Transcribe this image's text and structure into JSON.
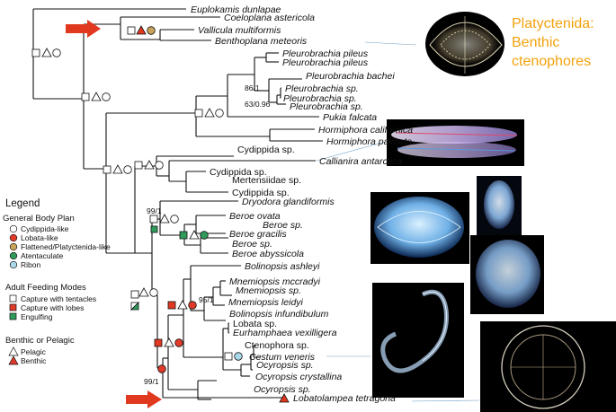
{
  "taxa": [
    {
      "label": "Euplokamis dunlapae",
      "italic": true
    },
    {
      "label": "Coeloplana astericola",
      "italic": true
    },
    {
      "label": "Vallicula multiformis",
      "italic": true
    },
    {
      "label": "Benthoplana meteoris",
      "italic": true
    },
    {
      "label": "Pleurobrachia pileus",
      "italic": true
    },
    {
      "label": "Pleurobrachia pileus",
      "italic": true
    },
    {
      "label": "Pleurobrachia bachei",
      "italic": true
    },
    {
      "label": "Pleurobrachia sp.",
      "italic": true
    },
    {
      "label": "Pleurobrachia sp.",
      "italic": true
    },
    {
      "label": "Pleurobrachia sp.",
      "italic": true
    },
    {
      "label": "Pukia falcata",
      "italic": true
    },
    {
      "label": "Hormiphora californica",
      "italic": true
    },
    {
      "label": "Hormiphora palmata",
      "italic": true
    },
    {
      "label": "Cydippida sp.",
      "italic": false
    },
    {
      "label": "Callianira antarctica",
      "italic": true
    },
    {
      "label": "Cydippida sp.",
      "italic": false
    },
    {
      "label": "Mertensiidae sp.",
      "italic": false
    },
    {
      "label": "Cydippida sp.",
      "italic": false
    },
    {
      "label": "Dryodora glandiformis",
      "italic": true
    },
    {
      "label": "Beroe ovata",
      "italic": true
    },
    {
      "label": "Beroe sp.",
      "italic": true
    },
    {
      "label": "Beroe gracilis",
      "italic": true
    },
    {
      "label": "Beroe sp.",
      "italic": true
    },
    {
      "label": "Beroe abyssicola",
      "italic": true
    },
    {
      "label": "Bolinopsis ashleyi",
      "italic": true
    },
    {
      "label": "Mnemiopsis mccradyi",
      "italic": true
    },
    {
      "label": "Mnemiopsis sp.",
      "italic": true
    },
    {
      "label": "Mnemiopsis leidyi",
      "italic": true
    },
    {
      "label": "Bolinopsis infundibulum",
      "italic": true
    },
    {
      "label": "Lobata sp.",
      "italic": false
    },
    {
      "label": "Eurhamphaea vexilligera",
      "italic": true
    },
    {
      "label": "Ctenophora sp.",
      "italic": false
    },
    {
      "label": "Cestum veneris",
      "italic": true
    },
    {
      "label": "Ocyropsis sp.",
      "italic": true
    },
    {
      "label": "Ocyropsis crystallina",
      "italic": true
    },
    {
      "label": "Ocyropsis sp.",
      "italic": true
    },
    {
      "label": "Lobatolampea tetragona",
      "italic": true
    }
  ],
  "support": [
    {
      "label": "86/1"
    },
    {
      "label": "63/0.96"
    },
    {
      "label": "99/1"
    },
    {
      "label": "95/1"
    },
    {
      "label": "99/1"
    }
  ],
  "platy_label": [
    "Platyctenida:",
    "Benthic",
    "ctenophores"
  ],
  "legend": {
    "title": "Legend",
    "body_plan_heading": "General Body Plan",
    "body_plan": [
      {
        "label": "Cydippida-like",
        "color": "#ffffff"
      },
      {
        "label": "Lobata-like",
        "color": "#e03a2a"
      },
      {
        "label": "Flattened/Platyctenida-like",
        "color": "#c9a45a"
      },
      {
        "label": "Atentaculate",
        "color": "#2f9a5a"
      },
      {
        "label": "Ribon",
        "color": "#a9d8ea"
      }
    ],
    "feeding_heading": "Adult Feeding Modes",
    "feeding": [
      {
        "label": "Capture with tentacles",
        "color": "#ffffff"
      },
      {
        "label": "Capture with lobes",
        "color": "#e03a2a"
      },
      {
        "label": "Engulfing",
        "color": "#2f9a5a"
      }
    ],
    "habitat_heading": "Benthic or Pelagic",
    "habitat": [
      {
        "label": "Pelagic",
        "color": "#ffffff"
      },
      {
        "label": "Benthic",
        "color": "#e03a2a"
      }
    ]
  },
  "colors": {
    "arrow": "#e0391f",
    "platy_text": "#f2a20c",
    "photo_bg": "#000000"
  }
}
